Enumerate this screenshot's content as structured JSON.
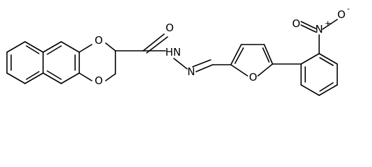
{
  "molecule": {
    "atoms": {
      "o_dioxane_top": "O",
      "o_dioxane_bottom": "O",
      "o_carbonyl": "O",
      "hydrazide_nh": "HN",
      "hydrazone_n": "N",
      "o_furan": "O",
      "nitro_n": "N",
      "nitro_n_charge": "+",
      "nitro_o_top": "O",
      "nitro_o_top_charge": "-",
      "nitro_o_left": "O"
    }
  }
}
